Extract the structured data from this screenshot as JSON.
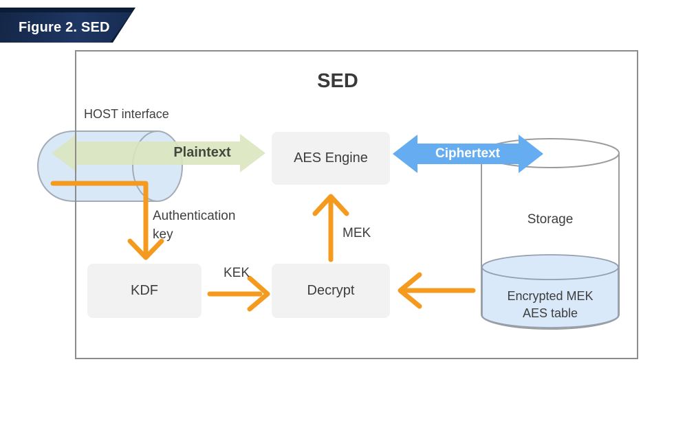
{
  "figure": {
    "label": "Figure 2. SED"
  },
  "diagram": {
    "title": "SED",
    "host_label": "HOST interface",
    "nodes": {
      "aes_engine": "AES Engine",
      "kdf": "KDF",
      "decrypt": "Decrypt",
      "storage": "Storage",
      "encrypted_mek_line1": "Encrypted MEK",
      "encrypted_mek_line2": "AES table"
    },
    "arrows": {
      "plaintext": "Plaintext",
      "ciphertext": "Ciphertext",
      "authentication_key": "Authentication key",
      "kek": "KEK",
      "mek": "MEK"
    }
  },
  "colors": {
    "banner_navy": "#1b3156",
    "banner_navy_dark": "#0a1c36",
    "orange": "#f49b1f",
    "blue_arrow": "#66acf0",
    "green_arrow": "#dbe5bd",
    "box_fill": "#f2f2f3",
    "host_cyl_fill": "#d9e8f7",
    "cyl_blue_fill": "#d9e9fa",
    "frame_border": "#8c8c8c",
    "text_dark": "#3d3d3d"
  }
}
